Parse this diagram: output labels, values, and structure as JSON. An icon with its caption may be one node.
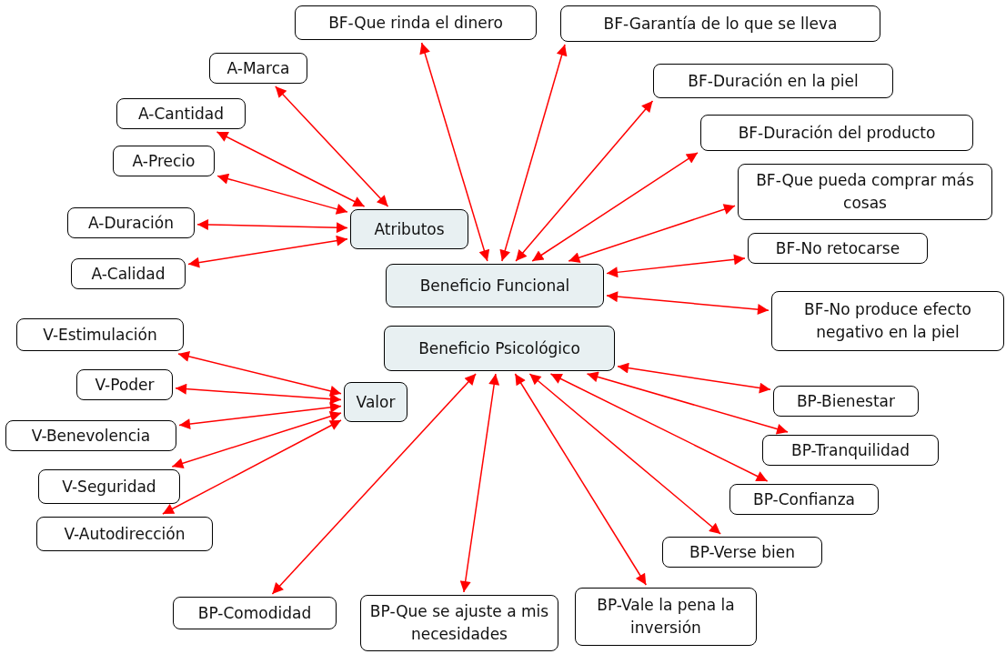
{
  "diagram": {
    "nodes": [
      {
        "text": [
          "Atributos"
        ]
      },
      {
        "text": [
          "Beneficio Funcional"
        ]
      },
      {
        "text": [
          "Beneficio Psicológico"
        ]
      },
      {
        "text": [
          "Valor"
        ]
      },
      {
        "text": [
          "A-Marca"
        ]
      },
      {
        "text": [
          "A-Cantidad"
        ]
      },
      {
        "text": [
          "A-Precio"
        ]
      },
      {
        "text": [
          "A-Duración"
        ]
      },
      {
        "text": [
          "A-Calidad"
        ]
      },
      {
        "text": [
          "BF-Que rinda el dinero"
        ]
      },
      {
        "text": [
          "BF-Garantía de lo que se lleva"
        ]
      },
      {
        "text": [
          "BF-Duración en la piel"
        ]
      },
      {
        "text": [
          "BF-Duración del producto"
        ]
      },
      {
        "text": [
          "BF-Que pueda comprar más cosas"
        ]
      },
      {
        "text": [
          "BF-No retocarse"
        ]
      },
      {
        "text": [
          "BF-No produce efecto negativo en la piel"
        ]
      },
      {
        "text": [
          "BP-Bienestar"
        ]
      },
      {
        "text": [
          "BP-Tranquilidad"
        ]
      },
      {
        "text": [
          "BP-Confianza"
        ]
      },
      {
        "text": [
          "BP-Verse bien"
        ]
      },
      {
        "text": [
          "V-Estimulación"
        ]
      },
      {
        "text": [
          "V-Poder"
        ]
      },
      {
        "text": [
          "V-Benevolencia"
        ]
      },
      {
        "text": [
          "V-Seguridad"
        ]
      },
      {
        "text": [
          "V-Autodirección"
        ]
      },
      {
        "text": [
          "BP-Comodidad"
        ]
      },
      {
        "text": [
          "BP-Que se ajuste a mis necesidades"
        ]
      },
      {
        "text": [
          "BP-Vale la pena la inversión"
        ]
      }
    ],
    "edges": [
      {
        "from": 0,
        "to": 4,
        "arrow": "both"
      },
      {
        "from": 0,
        "to": 5,
        "arrow": "both"
      },
      {
        "from": 0,
        "to": 6,
        "arrow": "both"
      },
      {
        "from": 0,
        "to": 7,
        "arrow": "both"
      },
      {
        "from": 0,
        "to": 8,
        "arrow": "both"
      },
      {
        "from": 1,
        "to": 9,
        "arrow": "both"
      },
      {
        "from": 1,
        "to": 10,
        "arrow": "both"
      },
      {
        "from": 1,
        "to": 11,
        "arrow": "both"
      },
      {
        "from": 1,
        "to": 12,
        "arrow": "both"
      },
      {
        "from": 1,
        "to": 13,
        "arrow": "both"
      },
      {
        "from": 1,
        "to": 14,
        "arrow": "both"
      },
      {
        "from": 1,
        "to": 15,
        "arrow": "both"
      },
      {
        "from": 2,
        "to": 16,
        "arrow": "both"
      },
      {
        "from": 2,
        "to": 17,
        "arrow": "both"
      },
      {
        "from": 2,
        "to": 18,
        "arrow": "both"
      },
      {
        "from": 2,
        "to": 19,
        "arrow": "both"
      },
      {
        "from": 3,
        "to": 20,
        "arrow": "both"
      },
      {
        "from": 3,
        "to": 21,
        "arrow": "both"
      },
      {
        "from": 3,
        "to": 22,
        "arrow": "both"
      },
      {
        "from": 3,
        "to": 23,
        "arrow": "both"
      },
      {
        "from": 3,
        "to": 24,
        "arrow": "both"
      },
      {
        "from": 2,
        "to": 25,
        "arrow": "both"
      },
      {
        "from": 2,
        "to": 26,
        "arrow": "both"
      },
      {
        "from": 2,
        "to": 27,
        "arrow": "both"
      }
    ]
  }
}
